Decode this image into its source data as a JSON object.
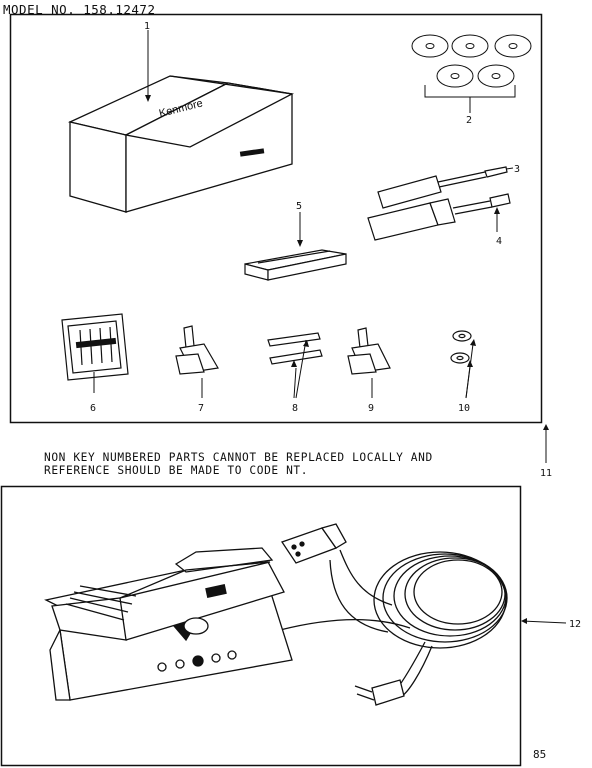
{
  "header": {
    "model": "MODEL NO. 158.12472"
  },
  "note": {
    "line1": "NON KEY NUMBERED PARTS CANNOT BE REPLACED LOCALLY AND",
    "line2": "REFERENCE SHOULD BE MADE TO CODE NT."
  },
  "box_brand": "Kenmore",
  "callouts": {
    "c1": "1",
    "c2": "2",
    "c3": "3",
    "c4": "4",
    "c5": "5",
    "c6": "6",
    "c7": "7",
    "c8": "8",
    "c9": "9",
    "c10": "10",
    "c11": "11",
    "c12": "12"
  },
  "page_code": "85"
}
